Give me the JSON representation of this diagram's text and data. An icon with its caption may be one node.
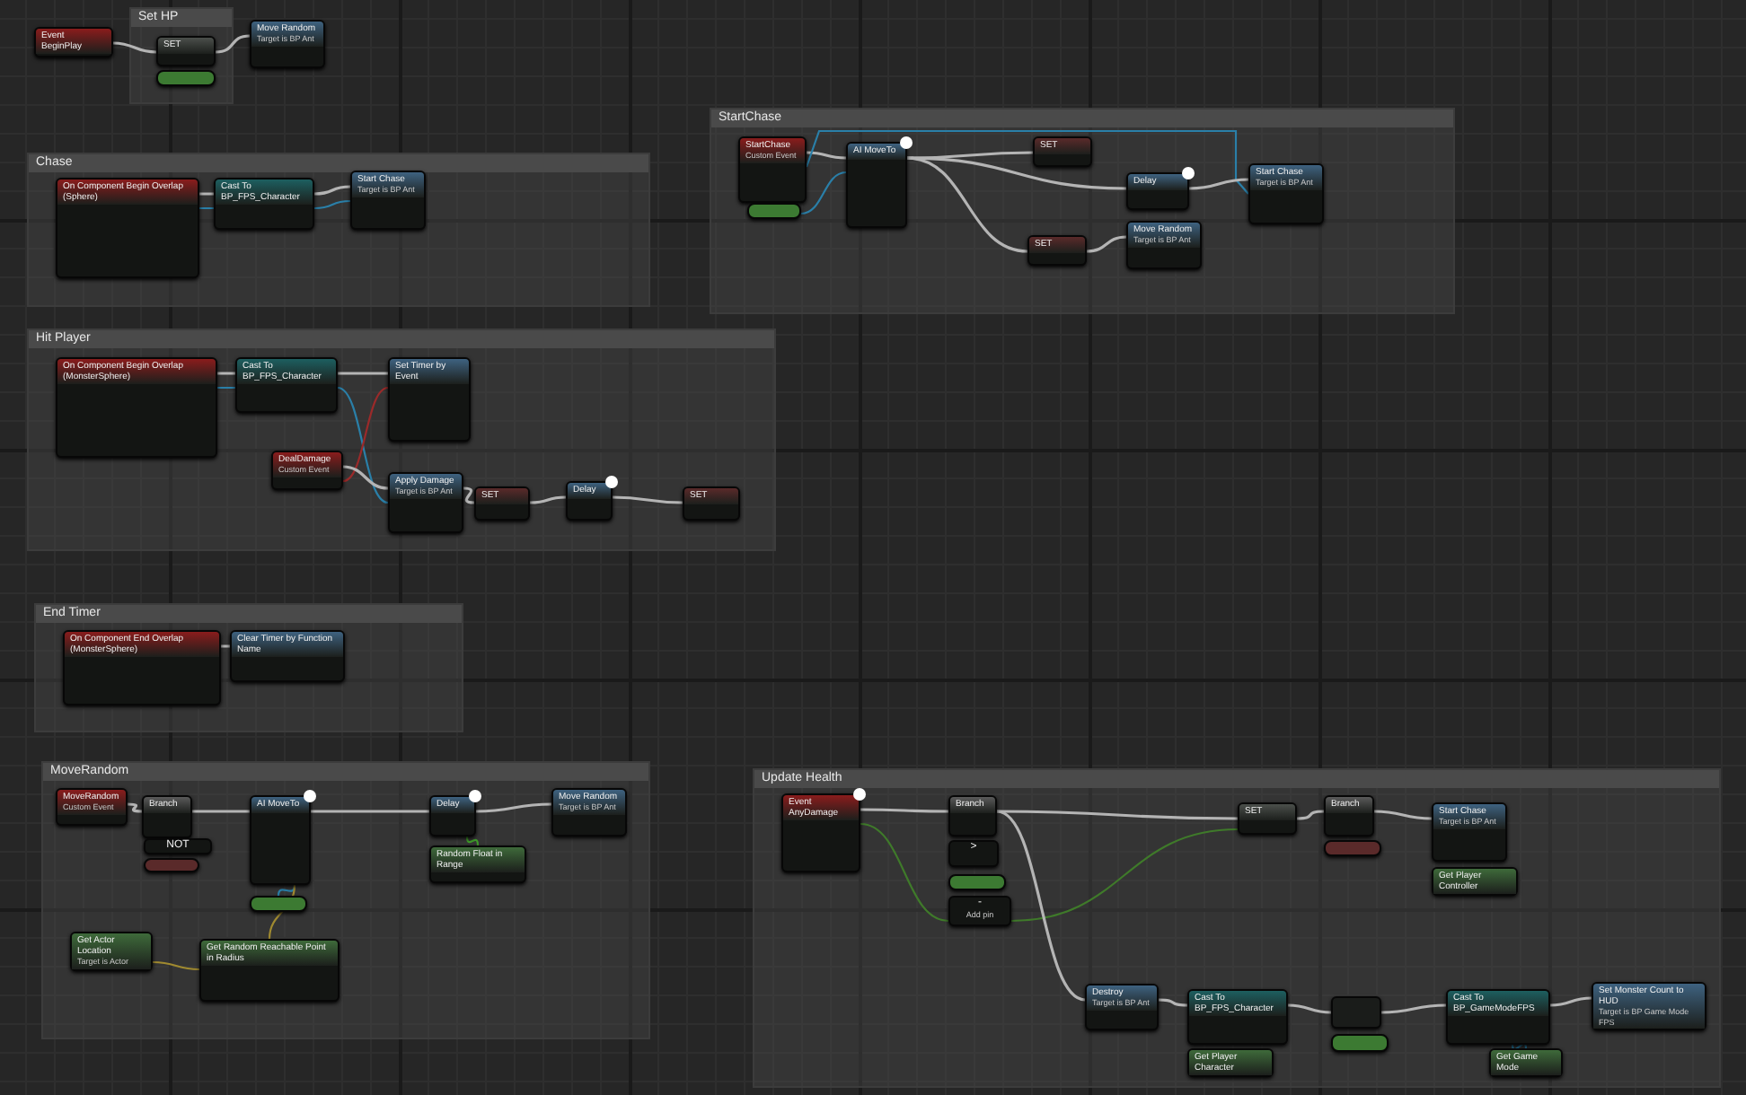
{
  "diagram": {
    "nodes": [
      {
        "text": [
          "Event BeginPlay"
        ]
      },
      {
        "text": [
          "Set HP"
        ]
      },
      {
        "text": [
          "SET"
        ],
        "in": 1
      },
      {
        "text": [],
        "shape": "bar",
        "in": 1
      },
      {
        "text": [
          "Move Random",
          "Target is BP Ant"
        ]
      },
      {
        "text": [
          "Chase"
        ]
      },
      {
        "text": [
          "On Component Begin Overlap (Sphere)"
        ],
        "in": 5
      },
      {
        "text": [
          "Cast To BP_FPS_Character"
        ],
        "in": 5
      },
      {
        "text": [
          "Start Chase",
          "Target is BP Ant"
        ],
        "in": 5
      },
      {
        "text": [
          "StartChase"
        ]
      },
      {
        "text": [
          "StartChase",
          "Custom Event"
        ],
        "in": 9
      },
      {
        "text": [],
        "shape": "bar",
        "in": 9
      },
      {
        "text": [
          "AI MoveTo"
        ],
        "in": 9
      },
      {
        "text": [
          "SET"
        ],
        "in": 9
      },
      {
        "text": [
          "Delay"
        ],
        "in": 9
      },
      {
        "text": [
          "Start Chase",
          "Target is BP Ant"
        ],
        "in": 9
      },
      {
        "text": [
          "SET"
        ],
        "in": 9
      },
      {
        "text": [
          "Move Random",
          "Target is BP Ant"
        ],
        "in": 9
      },
      {
        "text": [
          "Hit Player"
        ]
      },
      {
        "text": [
          "On Component Begin Overlap (MonsterSphere)"
        ],
        "in": 18
      },
      {
        "text": [
          "Cast To BP_FPS_Character"
        ],
        "in": 18
      },
      {
        "text": [
          "Set Timer by Event"
        ],
        "in": 18
      },
      {
        "text": [
          "DealDamage",
          "Custom Event"
        ],
        "in": 18
      },
      {
        "text": [
          "Apply Damage",
          "Target is BP Ant"
        ],
        "in": 18
      },
      {
        "text": [
          "SET"
        ],
        "in": 18
      },
      {
        "text": [
          "Delay"
        ],
        "in": 18
      },
      {
        "text": [
          "SET"
        ],
        "in": 18
      },
      {
        "text": [
          "End Timer"
        ]
      },
      {
        "text": [
          "On Component End Overlap (MonsterSphere)"
        ],
        "in": 27
      },
      {
        "text": [
          "Clear Timer by Function Name"
        ],
        "in": 27
      },
      {
        "text": [
          "MoveRandom"
        ]
      },
      {
        "text": [
          "MoveRandom",
          "Custom Event"
        ],
        "in": 30
      },
      {
        "text": [
          "Branch"
        ],
        "in": 30
      },
      {
        "text": [
          "NOT"
        ],
        "in": 30
      },
      {
        "text": [],
        "shape": "bar",
        "in": 30
      },
      {
        "text": [
          "AI MoveTo"
        ],
        "in": 30
      },
      {
        "text": [],
        "shape": "bar",
        "in": 30
      },
      {
        "text": [
          "Delay"
        ],
        "in": 30
      },
      {
        "text": [
          "Random Float in Range"
        ],
        "in": 30
      },
      {
        "text": [
          "Move Random",
          "Target is BP Ant"
        ],
        "in": 30
      },
      {
        "text": [
          "Get Actor Location",
          "Target is Actor"
        ],
        "in": 30
      },
      {
        "text": [
          "Get Random Reachable Point in Radius"
        ],
        "in": 30
      },
      {
        "text": [
          "Update Health"
        ]
      },
      {
        "text": [
          "Event AnyDamage"
        ],
        "in": 42
      },
      {
        "text": [
          "Branch"
        ],
        "in": 42
      },
      {
        "text": [
          ">"
        ],
        "in": 42
      },
      {
        "text": [],
        "shape": "bar",
        "in": 42
      },
      {
        "text": [
          "-",
          "Add pin"
        ],
        "in": 42
      },
      {
        "text": [
          "SET"
        ],
        "in": 42
      },
      {
        "text": [
          "Branch"
        ],
        "in": 42
      },
      {
        "text": [],
        "shape": "bar",
        "in": 42
      },
      {
        "text": [
          "Start Chase",
          "Target is BP Ant"
        ],
        "in": 42
      },
      {
        "text": [
          "Get Player Controller"
        ],
        "in": 42
      },
      {
        "text": [
          "Destroy",
          "Target is BP Ant"
        ],
        "in": 42
      },
      {
        "text": [
          "Cast To BP_FPS_Character"
        ],
        "in": 42
      },
      {
        "text": [
          "Get Player Character"
        ],
        "in": 42
      },
      {
        "text": [],
        "shape": "box",
        "in": 42
      },
      {
        "text": [],
        "shape": "bar",
        "in": 42
      },
      {
        "text": [
          "Cast To BP_GameModeFPS"
        ],
        "in": 42
      },
      {
        "text": [
          "Get Game Mode"
        ],
        "in": 42
      },
      {
        "text": [
          "Set Monster Count to HUD",
          "Target is BP Game Mode FPS"
        ],
        "in": 42
      }
    ],
    "edges": [
      {
        "from": 0,
        "to": 2,
        "arrow": "none"
      },
      {
        "from": 2,
        "to": 4,
        "arrow": "none"
      },
      {
        "from": 6,
        "to": 7,
        "arrow": "none"
      },
      {
        "from": 6,
        "to": 7,
        "arrow": "none",
        "color": "#2a7fa8"
      },
      {
        "from": 7,
        "to": 8,
        "arrow": "none"
      },
      {
        "from": 7,
        "to": 8,
        "arrow": "none",
        "color": "#2a7fa8"
      },
      {
        "from": 10,
        "to": 12,
        "arrow": "none"
      },
      {
        "from": 11,
        "to": 12,
        "arrow": "none",
        "color": "#2a7fa8"
      },
      {
        "from": 10,
        "to": 15,
        "arrow": "none",
        "color": "#2a7fa8"
      },
      {
        "from": 12,
        "to": 13,
        "arrow": "none"
      },
      {
        "from": 12,
        "to": 14,
        "arrow": "none"
      },
      {
        "from": 12,
        "to": 16,
        "arrow": "none"
      },
      {
        "from": 14,
        "to": 15,
        "arrow": "none"
      },
      {
        "from": 16,
        "to": 17,
        "arrow": "none"
      },
      {
        "from": 19,
        "to": 20,
        "arrow": "none"
      },
      {
        "from": 19,
        "to": 20,
        "arrow": "none",
        "color": "#2a7fa8"
      },
      {
        "from": 20,
        "to": 21,
        "arrow": "none"
      },
      {
        "from": 20,
        "to": 23,
        "arrow": "none",
        "color": "#2a7fa8"
      },
      {
        "from": 22,
        "to": 21,
        "arrow": "none",
        "color": "#9a2a2a"
      },
      {
        "from": 22,
        "to": 23,
        "arrow": "none"
      },
      {
        "from": 23,
        "to": 24,
        "arrow": "none"
      },
      {
        "from": 24,
        "to": 25,
        "arrow": "none"
      },
      {
        "from": 25,
        "to": 26,
        "arrow": "none"
      },
      {
        "from": 28,
        "to": 29,
        "arrow": "none"
      },
      {
        "from": 31,
        "to": 32,
        "arrow": "none"
      },
      {
        "from": 32,
        "to": 35,
        "arrow": "none"
      },
      {
        "from": 35,
        "to": 37,
        "arrow": "none"
      },
      {
        "from": 37,
        "to": 39,
        "arrow": "none"
      },
      {
        "from": 36,
        "to": 35,
        "arrow": "none",
        "color": "#2a7fa8"
      },
      {
        "from": 40,
        "to": 41,
        "arrow": "none",
        "color": "#a08a30"
      },
      {
        "from": 41,
        "to": 35,
        "arrow": "none",
        "color": "#a08a30"
      },
      {
        "from": 38,
        "to": 37,
        "arrow": "none",
        "color": "#3f9a2a"
      },
      {
        "from": 43,
        "to": 44,
        "arrow": "none"
      },
      {
        "from": 43,
        "to": 47,
        "arrow": "none",
        "color": "#3f7a2a"
      },
      {
        "from": 47,
        "to": 48,
        "arrow": "none",
        "color": "#3f7a2a"
      },
      {
        "from": 44,
        "to": 48,
        "arrow": "none"
      },
      {
        "from": 48,
        "to": 49,
        "arrow": "none"
      },
      {
        "from": 49,
        "to": 51,
        "arrow": "none"
      },
      {
        "from": 44,
        "to": 53,
        "arrow": "none"
      },
      {
        "from": 53,
        "to": 54,
        "arrow": "none"
      },
      {
        "from": 54,
        "to": 56,
        "arrow": "none"
      },
      {
        "from": 56,
        "to": 58,
        "arrow": "none"
      },
      {
        "from": 58,
        "to": 60,
        "arrow": "none"
      },
      {
        "from": 59,
        "to": 58,
        "arrow": "none",
        "color": "#2a7fa8"
      }
    ]
  }
}
